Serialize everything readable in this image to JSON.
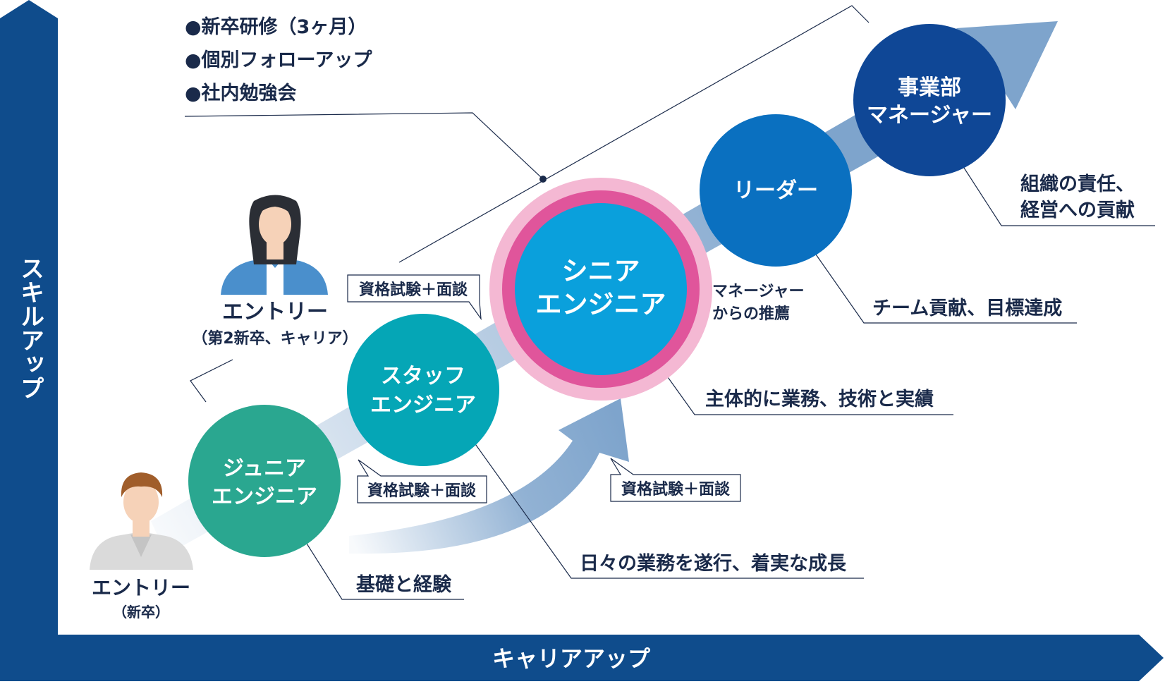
{
  "axes": {
    "y_label": "スキルアップ",
    "x_label": "キャリアアップ"
  },
  "training_list": [
    "●新卒研修（3ヶ月）",
    "●個別フォローアップ",
    "●社内勉強会"
  ],
  "entries": {
    "graduate": {
      "title": "エントリー",
      "sub": "（新卒）"
    },
    "career": {
      "title": "エントリー",
      "sub": "（第2新卒、キャリア）"
    }
  },
  "stages": {
    "junior": {
      "line1": "ジュニア",
      "line2": "エンジニア"
    },
    "staff": {
      "line1": "スタッフ",
      "line2": "エンジニア"
    },
    "senior": {
      "line1": "シニア",
      "line2": "エンジニア"
    },
    "leader": {
      "line1": "リーダー"
    },
    "manager": {
      "line1": "事業部",
      "line2": "マネージャー"
    }
  },
  "promotion_tags": {
    "junior_to_staff": "資格試験＋面談",
    "staff_to_senior": "資格試験＋面談",
    "junior_to_senior": "資格試験＋面談"
  },
  "manager_recommend": {
    "line1": "マネージャー",
    "line2": "からの推薦"
  },
  "callouts": {
    "junior": "基礎と経験",
    "staff": "日々の業務を遂行、着実な成長",
    "senior": "主体的に業務、技術と実績",
    "leader": "チーム貢献、目標達成",
    "manager_line1": "組織の責任、",
    "manager_line2": "経営への貢献"
  },
  "colors": {
    "navy": "#0f4c8c",
    "junior": "#2aa790",
    "staff": "#05a6b6",
    "senior": "#0aa0dc",
    "leader": "#0a70c0",
    "manager": "#0f4796",
    "senior_ring": "#e0559b",
    "senior_halo": "#f4b8d3",
    "arrow": "#7ea4cc",
    "text_dark": "#1a2a4a"
  }
}
